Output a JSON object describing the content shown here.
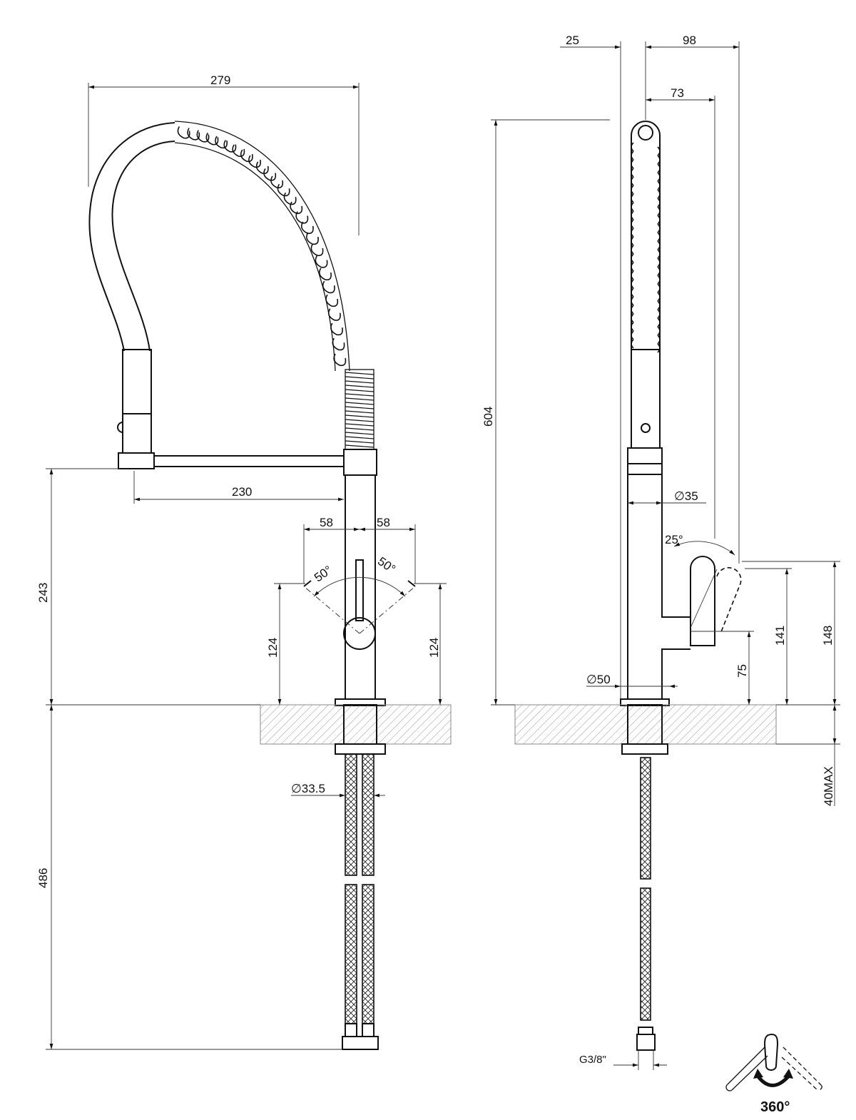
{
  "front_view": {
    "overall_width": "279",
    "spout_reach": "230",
    "spout_height": "243",
    "lever_left_offset": "58",
    "lever_right_offset": "58",
    "lever_angle_left": "50°",
    "lever_angle_right": "50°",
    "lever_height_left": "124",
    "lever_height_right": "124",
    "shank_diameter": "∅33.5",
    "hose_length": "486"
  },
  "side_view": {
    "rear_offset": "25",
    "total_depth": "98",
    "spout_projection": "73",
    "total_height": "604",
    "body_diameter_upper": "∅35",
    "lever_tilt": "25°",
    "base_diameter": "∅50",
    "lever_base_height": "75",
    "lever_top_height": "141",
    "lever_max_height": "148",
    "deck_thickness": "40MAX",
    "connection": "G3/8\""
  },
  "rotation_icon": {
    "label": "360°"
  }
}
